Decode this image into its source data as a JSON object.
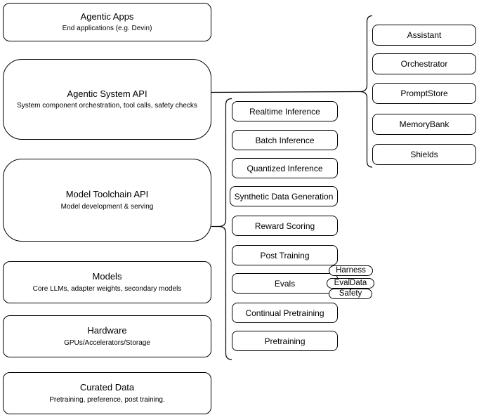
{
  "left_stack": [
    {
      "title": "Agentic Apps",
      "subtitle": "End applications (e.g. Devin)"
    },
    {
      "title": "Agentic System API",
      "subtitle": "System component orchestration, tool calls, safety checks"
    },
    {
      "title": "Model Toolchain API",
      "subtitle": "Model development & serving"
    },
    {
      "title": "Models",
      "subtitle": "Core LLMs, adapter weights, secondary models"
    },
    {
      "title": "Hardware",
      "subtitle": "GPUs/Accelerators/Storage"
    },
    {
      "title": "Curated Data",
      "subtitle": "Pretraining, preference, post training."
    }
  ],
  "toolchain_group": {
    "items": [
      "Realtime Inference",
      "Batch Inference",
      "Quantized Inference",
      "Synthetic Data Generation",
      "Reward Scoring",
      "Post Training",
      "Evals",
      "Continual Pretraining",
      "Pretraining"
    ]
  },
  "evals_tags": [
    "Harness",
    "EvalData",
    "Safety"
  ],
  "system_group": {
    "items": [
      "Assistant",
      "Orchestrator",
      "PromptStore",
      "MemoryBank",
      "Shields"
    ]
  },
  "colors": {
    "border": "#000000",
    "fill": "#ffffff",
    "text": "#000000",
    "connector": "#000000"
  }
}
